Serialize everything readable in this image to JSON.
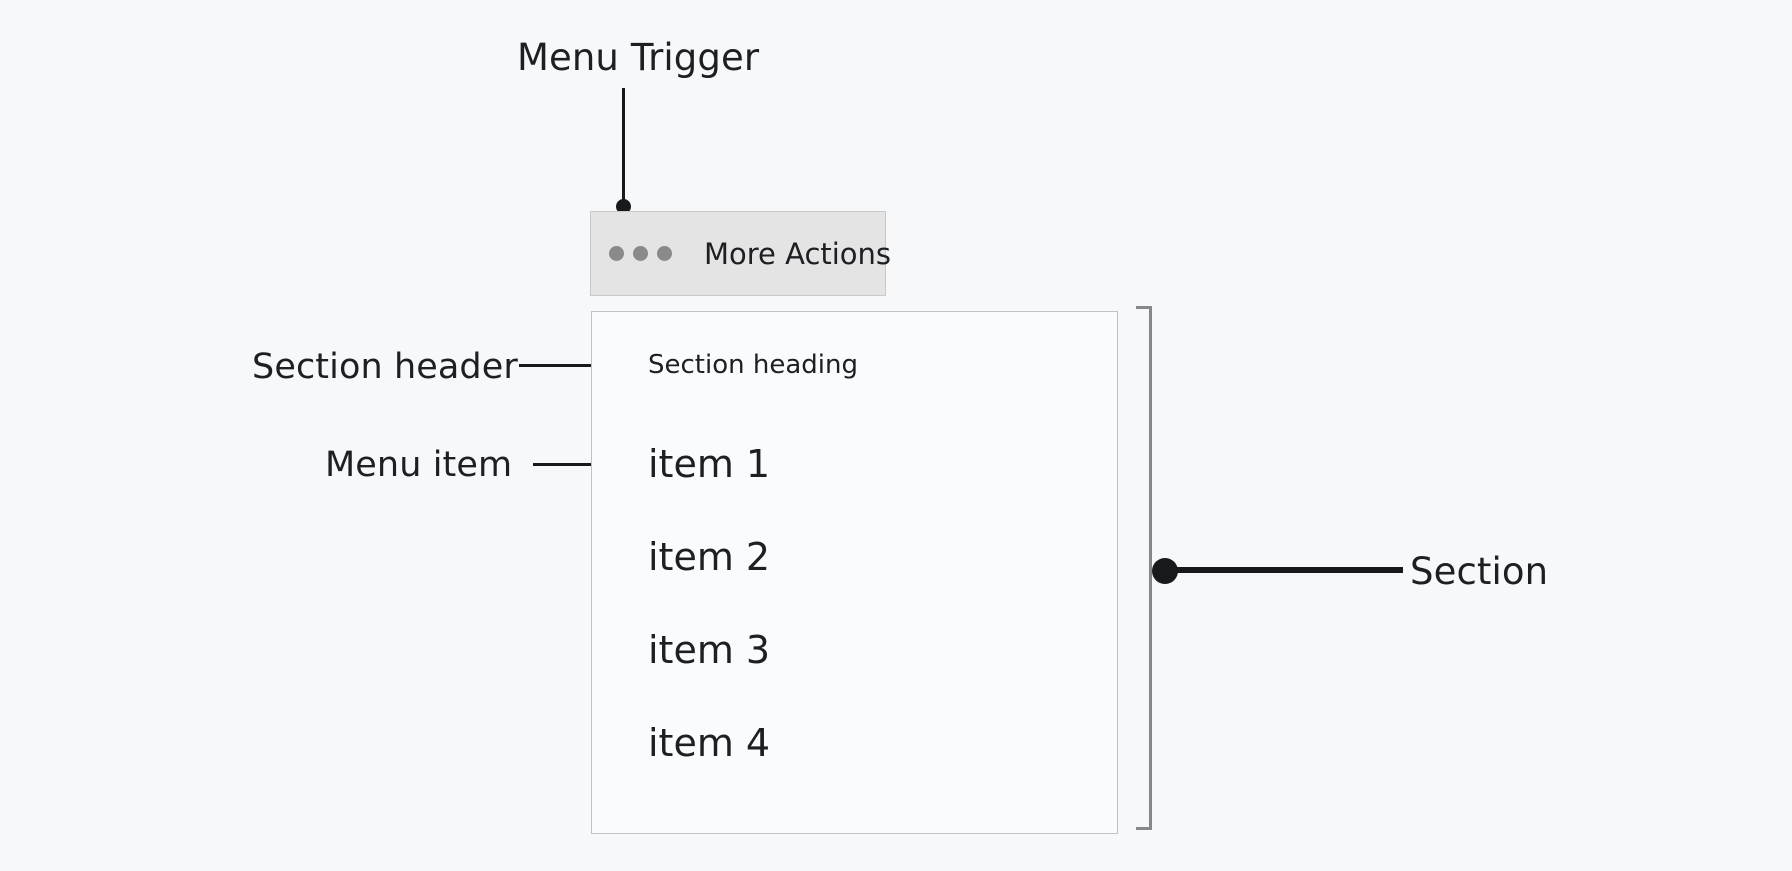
{
  "annotations": {
    "menu_trigger": "Menu Trigger",
    "section_header": "Section header",
    "menu_item": "Menu item",
    "section": "Section"
  },
  "trigger": {
    "label": "More Actions",
    "icon": "more-horizontal-icon",
    "background_color": "#e4e4e4",
    "border_color": "#c9c9c9",
    "dot_color": "#8a8a8a"
  },
  "menu": {
    "section_heading": "Section heading",
    "items": [
      {
        "label": "item 1"
      },
      {
        "label": "item 2"
      },
      {
        "label": "item 3"
      },
      {
        "label": "item 4"
      }
    ],
    "border_color": "#bfc2c6",
    "background_color": "#fafbfc"
  },
  "bracket": {
    "color": "#85888d"
  },
  "colors": {
    "page_background": "#f7f8fa",
    "text": "#1d1f22",
    "leader": "#17191c"
  }
}
